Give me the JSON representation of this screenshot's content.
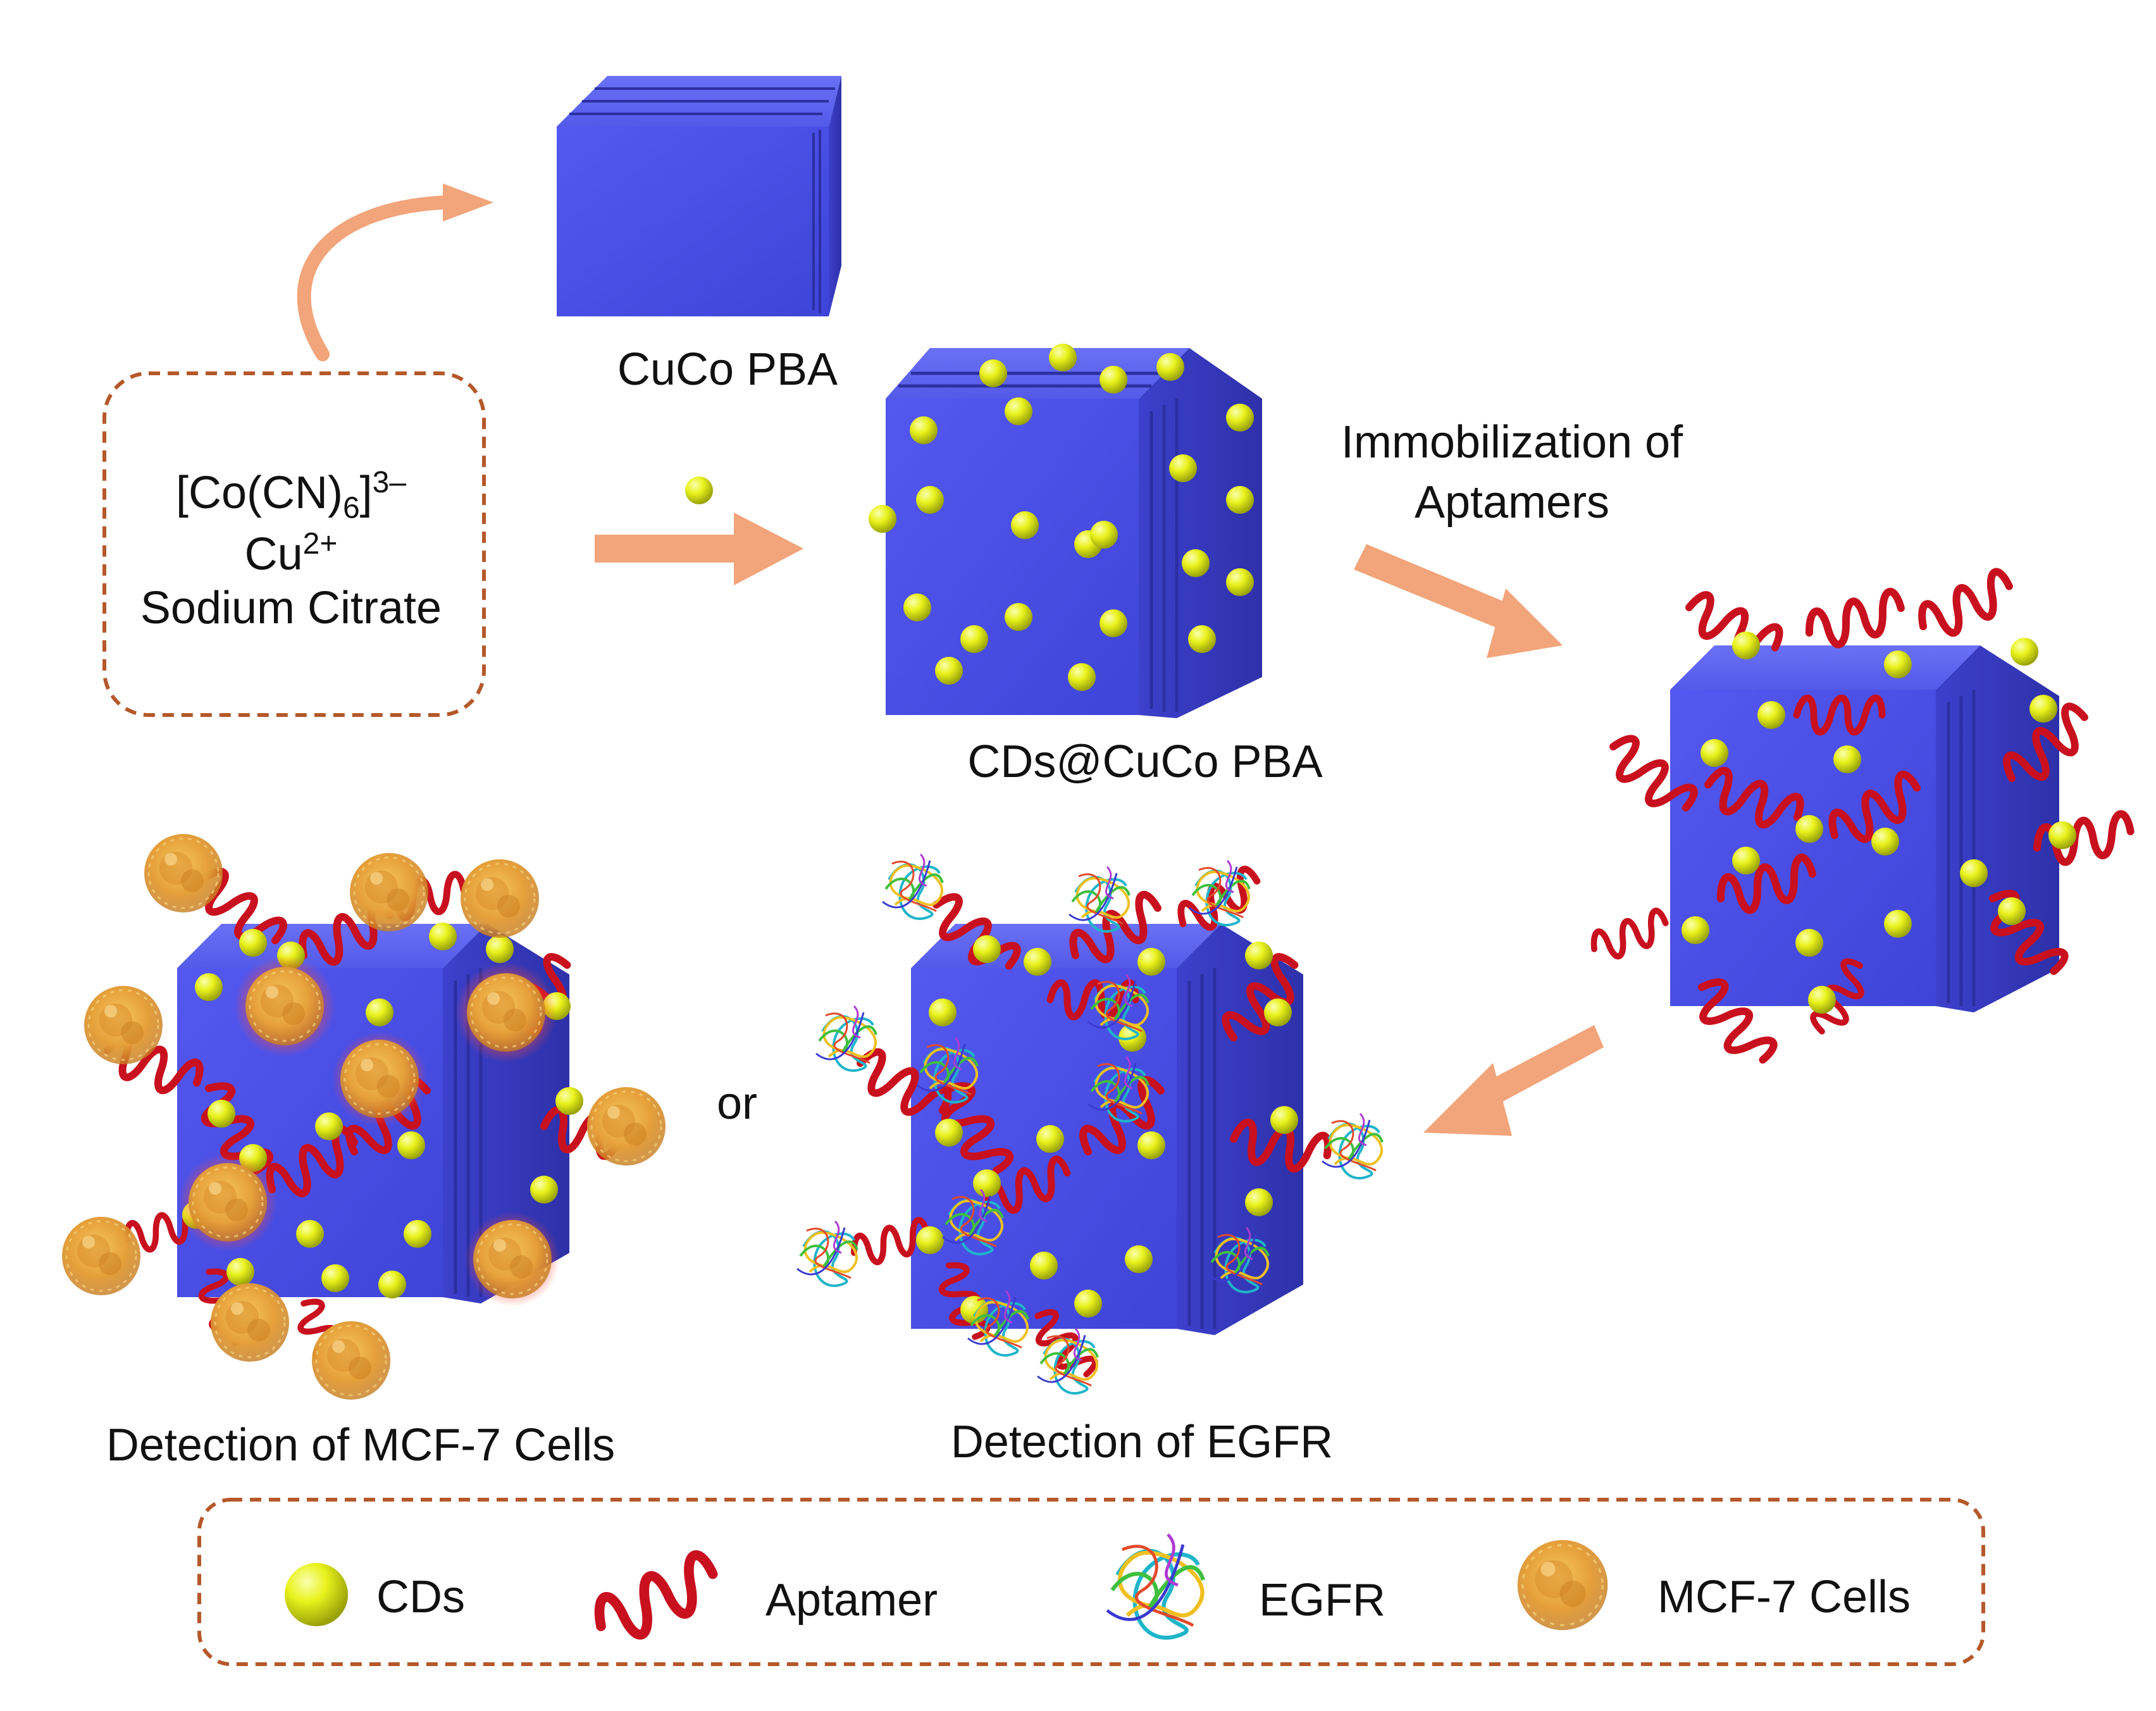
{
  "reagents": {
    "line1_main": "[Co(CN)",
    "line1_sub": "6",
    "line1_bracket": "]",
    "line1_sup": "3–",
    "line2_main": "Cu",
    "line2_sup": "2+",
    "line3": "Sodium Citrate"
  },
  "labels": {
    "cuco_pba": "CuCo PBA",
    "cds_cuco_pba": "CDs@CuCo PBA",
    "immobilization_line1": "Immobilization of",
    "immobilization_line2": "Aptamers",
    "or": "or",
    "detection_mcf7": "Detection of MCF-7 Cells",
    "detection_egfr": "Detection of EGFR"
  },
  "legend": {
    "items": [
      {
        "icon": "cd-dot-icon",
        "label": "CDs"
      },
      {
        "icon": "aptamer-helix-icon",
        "label": "Aptamer"
      },
      {
        "icon": "egfr-protein-icon",
        "label": "EGFR"
      },
      {
        "icon": "mcf7-cell-icon",
        "label": "MCF-7 Cells"
      }
    ]
  },
  "colors": {
    "cube_front": "#4a4fe6",
    "cube_side": "#3438b8",
    "cube_top": "#5c62f0",
    "cd_dot": "#e6f219",
    "aptamer": "#c8101e",
    "arrow": "#f2a47a",
    "dashed_border": "#b5582a",
    "cell": "#e8a83c"
  }
}
